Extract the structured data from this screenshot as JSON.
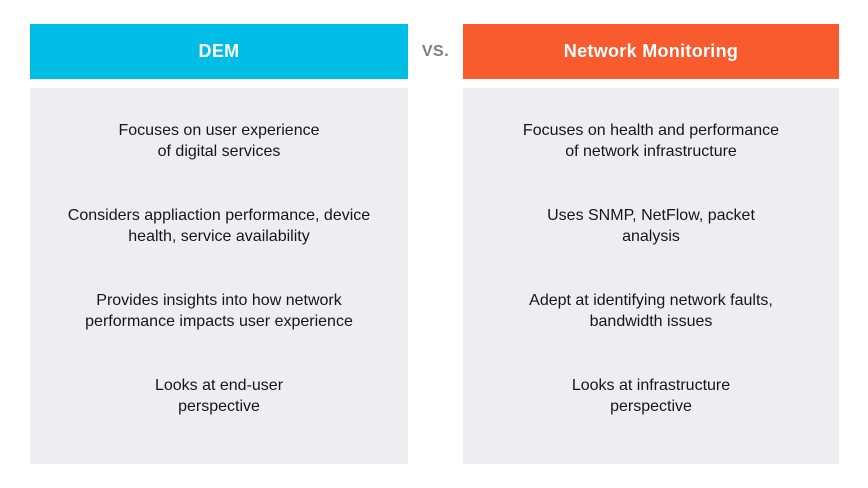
{
  "title": "DEM vs. Network Monitoring comparison",
  "colors": {
    "dem_header_bg": "#00BDE5",
    "network_header_bg": "#F75B2E",
    "panel_bg": "#EEEEF0",
    "vs_text": "#7C7E81",
    "body_text": "#161616",
    "header_text": "#FFFFFF"
  },
  "header": {
    "dem_label": "DEM",
    "vs_label": "VS.",
    "network_label": "Network Monitoring"
  },
  "dem_column": {
    "items": [
      {
        "line1": "Focuses on user experience",
        "line2": "of digital services"
      },
      {
        "line1": "Considers appliaction performance, device",
        "line2": "health, service availability"
      },
      {
        "line1": "Provides insights into how network",
        "line2": "performance impacts user experience"
      },
      {
        "line1": "Looks at end-user",
        "line2": "perspective"
      }
    ]
  },
  "network_column": {
    "items": [
      {
        "line1": "Focuses on health and performance",
        "line2": "of network infrastructure"
      },
      {
        "line1": "Uses SNMP, NetFlow, packet",
        "line2": "analysis"
      },
      {
        "line1": "Adept at identifying network faults,",
        "line2": "bandwidth issues"
      },
      {
        "line1": "Looks at infrastructure",
        "line2": "perspective"
      }
    ]
  }
}
